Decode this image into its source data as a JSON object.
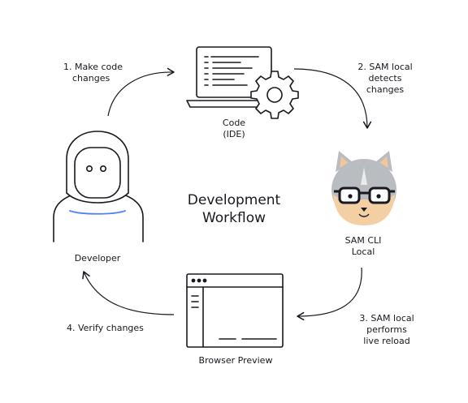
{
  "diagram": {
    "title_line1": "Development",
    "title_line2": "Workflow",
    "nodes": {
      "developer": {
        "label": "Developer",
        "icon": "developer-icon"
      },
      "code_ide": {
        "label_line1": "Code",
        "label_line2": "(IDE)",
        "icon": "laptop-gear-icon"
      },
      "sam_cli": {
        "label_line1": "SAM CLI",
        "label_line2": "Local",
        "icon": "squirrel-mascot-icon"
      },
      "browser": {
        "label": "Browser Preview",
        "icon": "browser-window-icon"
      }
    },
    "steps": {
      "step1": {
        "line1": "1. Make code",
        "line2": "changes"
      },
      "step2": {
        "line1": "2. SAM local",
        "line2": "detects",
        "line3": "changes"
      },
      "step3": {
        "line1": "3. SAM local",
        "line2": "performs",
        "line3": "live reload"
      },
      "step4": {
        "line1": "4. Verify changes"
      }
    },
    "colors": {
      "ink": "#16191f",
      "accent_blue": "#527fff",
      "mascot_fur": "#b9bcc0",
      "mascot_face": "#f4cfa3",
      "mascot_ear_inner": "#f2c59a"
    }
  }
}
